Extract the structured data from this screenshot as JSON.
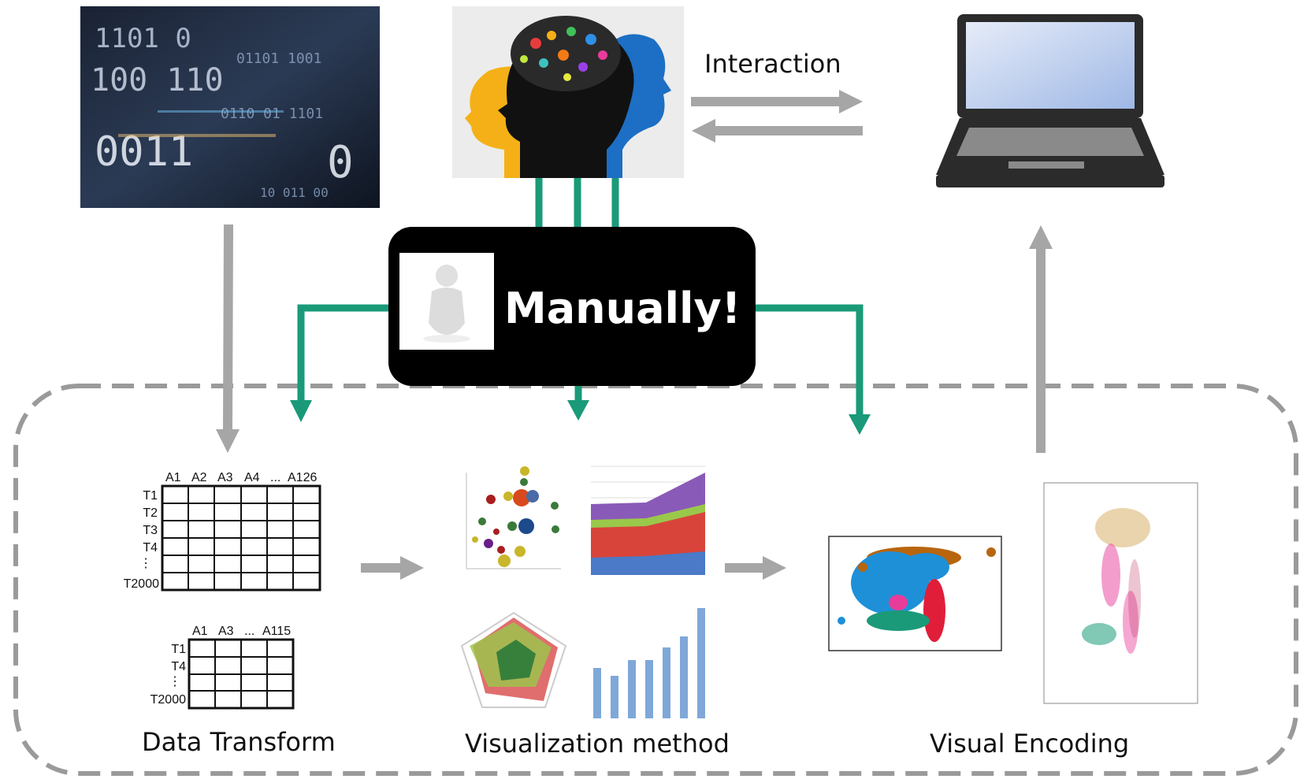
{
  "labels": {
    "interaction": "Interaction",
    "manually": "Manually!",
    "data_transform": "Data Transform",
    "visualization_method": "Visualization method",
    "visual_encoding": "Visual Encoding"
  },
  "table1": {
    "columns": [
      "A1",
      "A2",
      "A3",
      "A4",
      "...",
      "A126"
    ],
    "rows": [
      "T1",
      "T2",
      "T3",
      "T4",
      "⋮",
      "T2000"
    ]
  },
  "table2": {
    "columns": [
      "A1",
      "A3",
      "...",
      "A115"
    ],
    "rows": [
      "T1",
      "T4",
      "⋮",
      "T2000"
    ]
  },
  "colors": {
    "green_arrow": "#1a9a78",
    "gray_arrow": "#a6a6a6",
    "dashed_border": "#9a9a9a",
    "manual_box": "#000000"
  }
}
